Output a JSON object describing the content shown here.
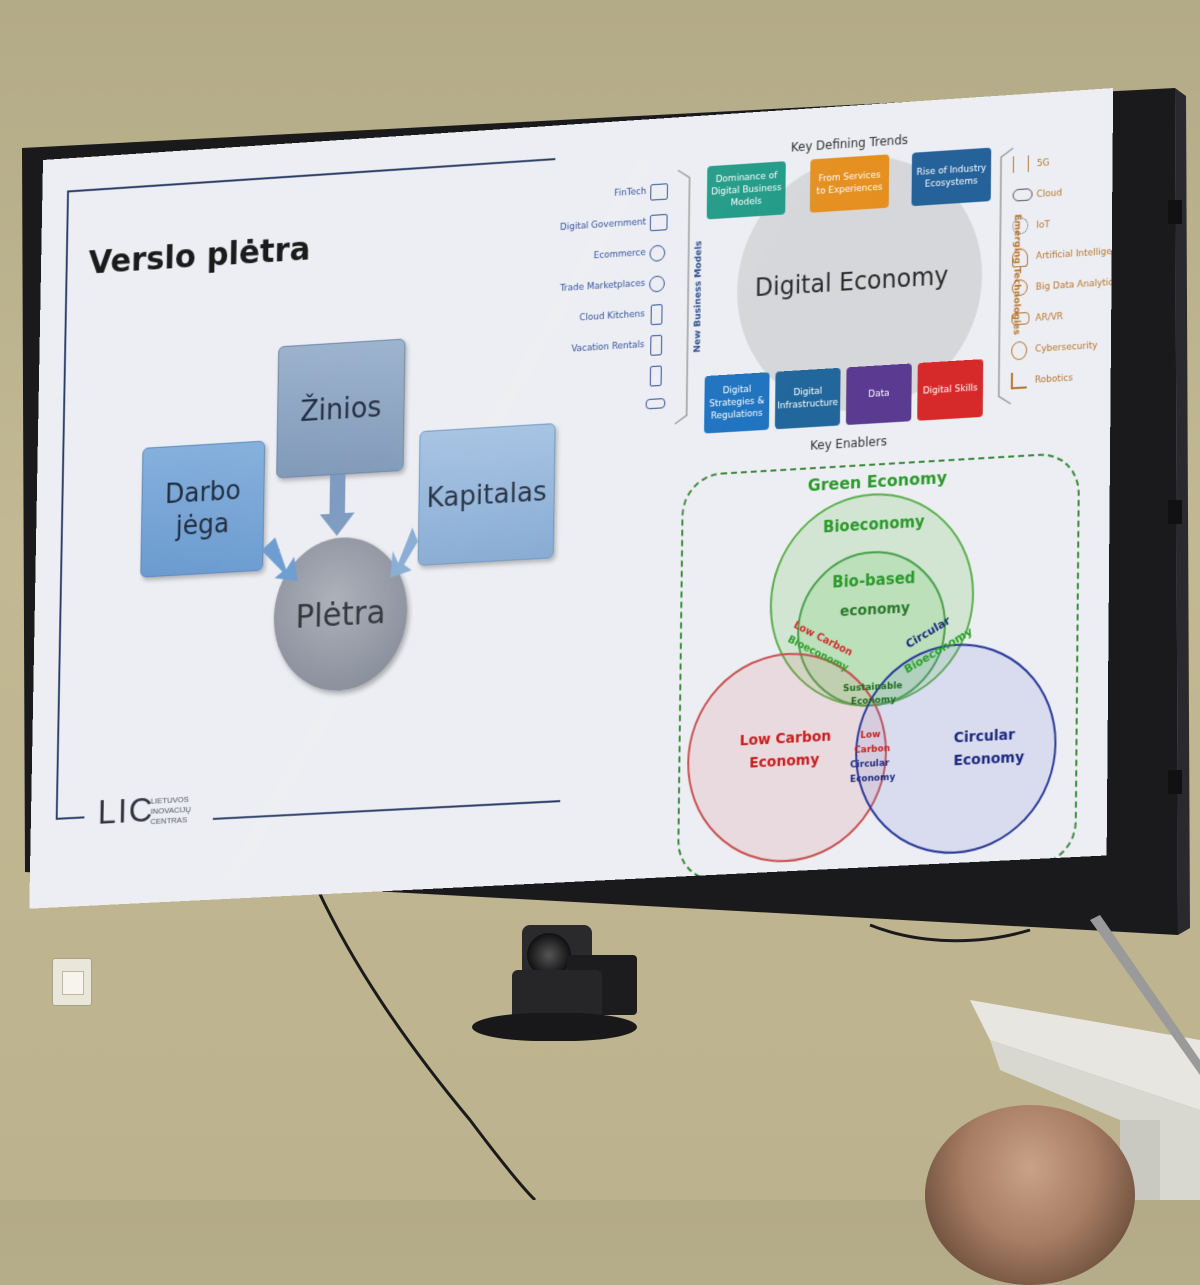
{
  "slide": {
    "title": "Verslo plėtra",
    "diagram": {
      "top": "Žinios",
      "left_line1": "Darbo",
      "left_line2": "jėga",
      "right": "Kapitalas",
      "center": "Plėtra"
    },
    "logo": {
      "mark": "LIC",
      "line1": "LIETUVOS",
      "line2": "INOVACIJŲ",
      "line3": "CENTRAS"
    },
    "digital_economy": {
      "header": "Key Defining Trends",
      "center": "Digital Economy",
      "footer": "Key Enablers",
      "left_axis": "New Business Models",
      "right_axis": "Emerging Technologies",
      "trends": [
        {
          "label": "Dominance of Digital Business Models",
          "color": "#1f9a86"
        },
        {
          "label": "From Services to Experiences",
          "color": "#e58f1e"
        },
        {
          "label": "Rise of Industry Ecosystems",
          "color": "#25629a"
        }
      ],
      "enablers": [
        {
          "label": "Digital Strategies & Regulations",
          "color": "#1f73c0"
        },
        {
          "label": "Digital Infrastructure",
          "color": "#21679c"
        },
        {
          "label": "Data",
          "color": "#5b3a92"
        },
        {
          "label": "Digital Skills",
          "color": "#d62a2a"
        }
      ],
      "business_models": [
        "FinTech",
        "Digital Government",
        "Ecommerce",
        "Trade Marketplaces",
        "Cloud Kitchens",
        "Vacation Rentals"
      ],
      "technologies": [
        "5G",
        "Cloud",
        "IoT",
        "Artificial Intelligence",
        "Big Data Analytics",
        "AR/VR",
        "Cybersecurity",
        "Robotics"
      ]
    },
    "green_economy": {
      "title": "Green Economy",
      "bioeconomy": "Bioeconomy",
      "biobased_line1": "Bio-based",
      "biobased_line2": "economy",
      "lowcarbon_bio_line1": "Low Carbon",
      "lowcarbon_bio_line2": "Bioeconomy",
      "circular_bio_line1": "Circular",
      "circular_bio_line2": "Bioeconomy",
      "sustainable_line1": "Sustainable",
      "sustainable_line2": "Economy",
      "lowcarbon_line1": "Low Carbon",
      "lowcarbon_line2": "Economy",
      "lcce_line1": "Low",
      "lcce_line2": "Carbon",
      "lcce_line3": "Circular",
      "lcce_line4": "Economy",
      "circular_line1": "Circular",
      "circular_line2": "Economy"
    }
  },
  "colors": {
    "wall": "#bdb38e",
    "bezel": "#1a1a1c",
    "slide_bg": "#eceef3",
    "box_blue": "#6f9fd0",
    "box_gray_blue": "#7f98b8",
    "circle_gray": "#8c929e",
    "green": "#2a9a2a",
    "red": "#d22a2a",
    "navy": "#1e2a80"
  }
}
